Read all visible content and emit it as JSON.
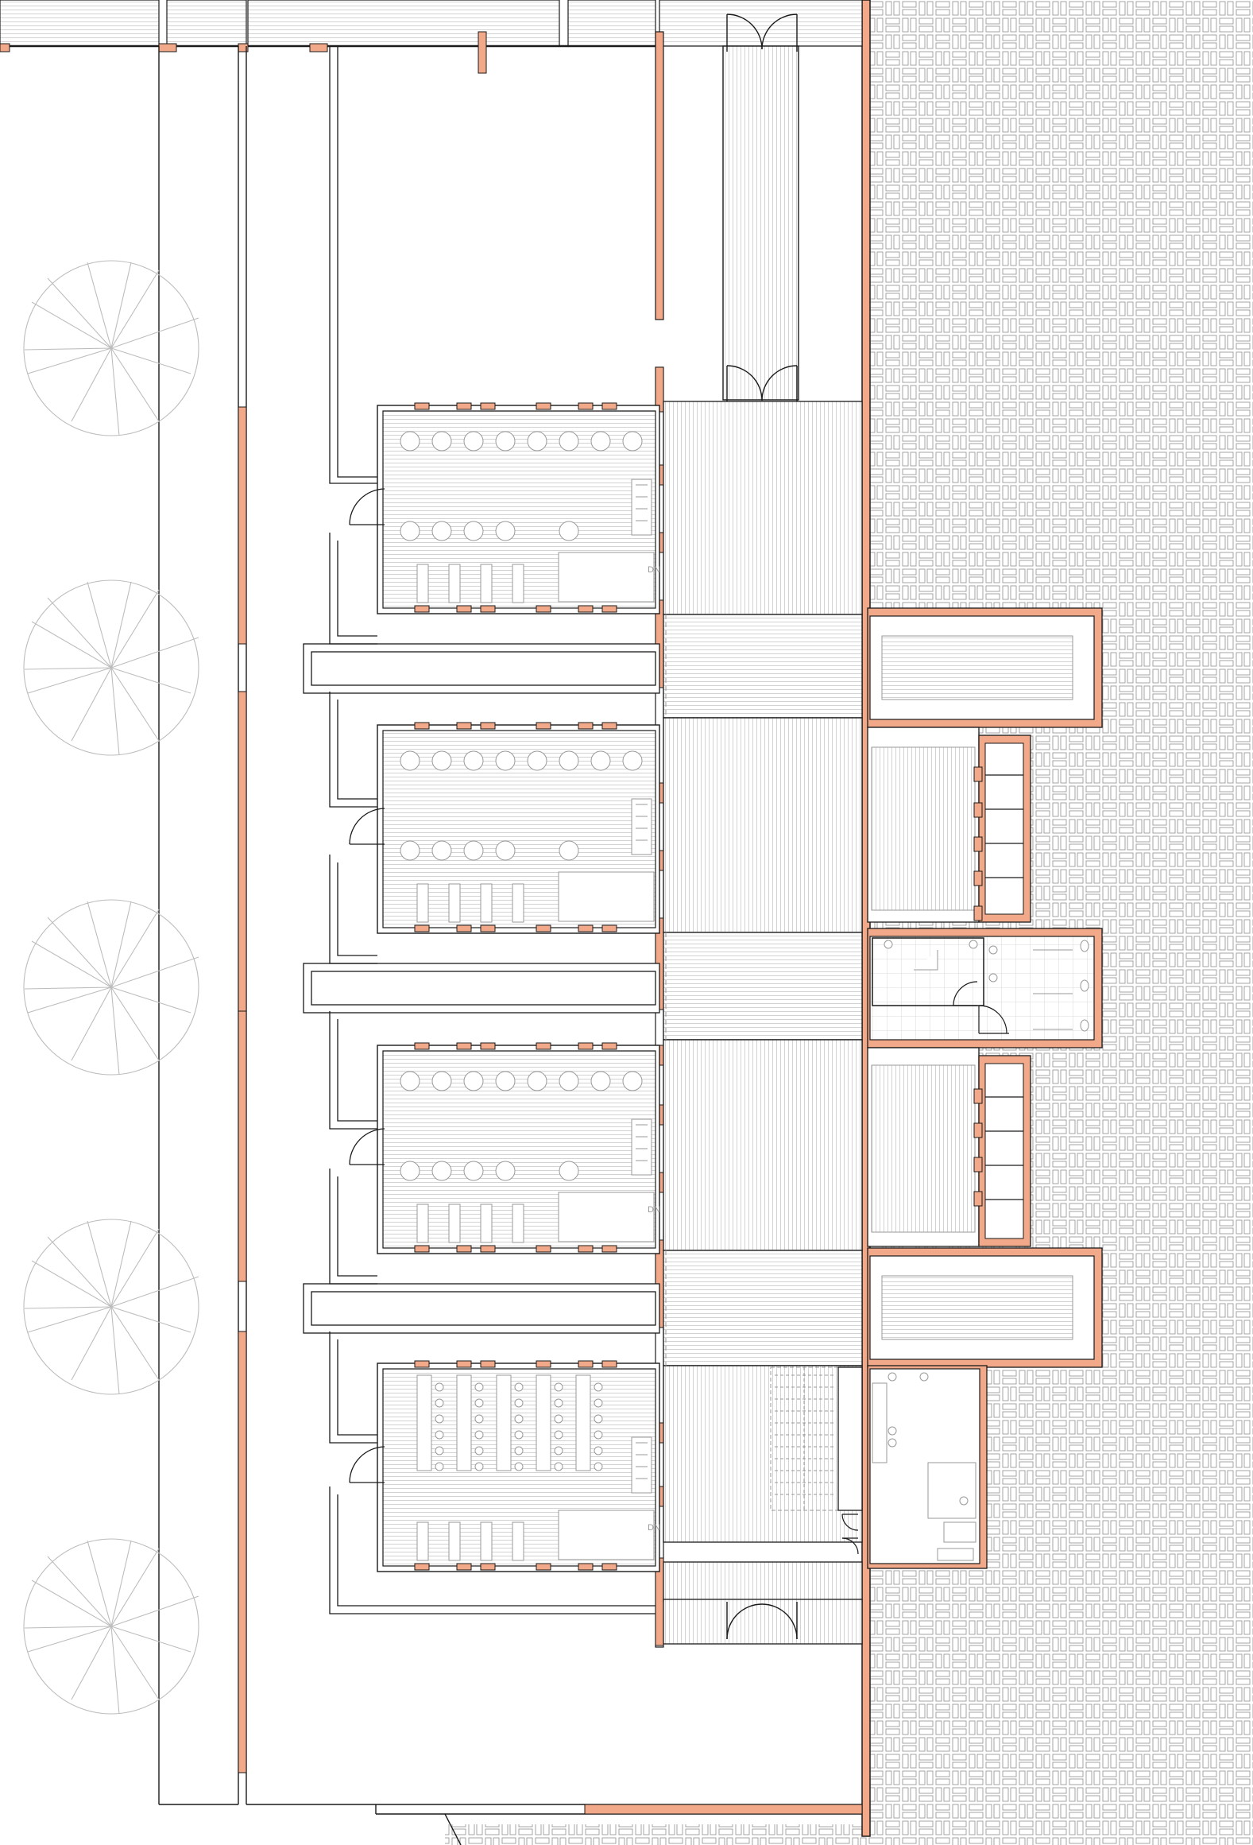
{
  "drawing": {
    "labels": {
      "room1": "DN",
      "room3": "DN",
      "room4": "DN"
    }
  },
  "colors": {
    "wall_fill": "#f2a98a",
    "line": "#1a1a1a",
    "hatch": "#c8c8c8",
    "tree": "#bdbdbd",
    "paving": "#9a9a9a"
  }
}
